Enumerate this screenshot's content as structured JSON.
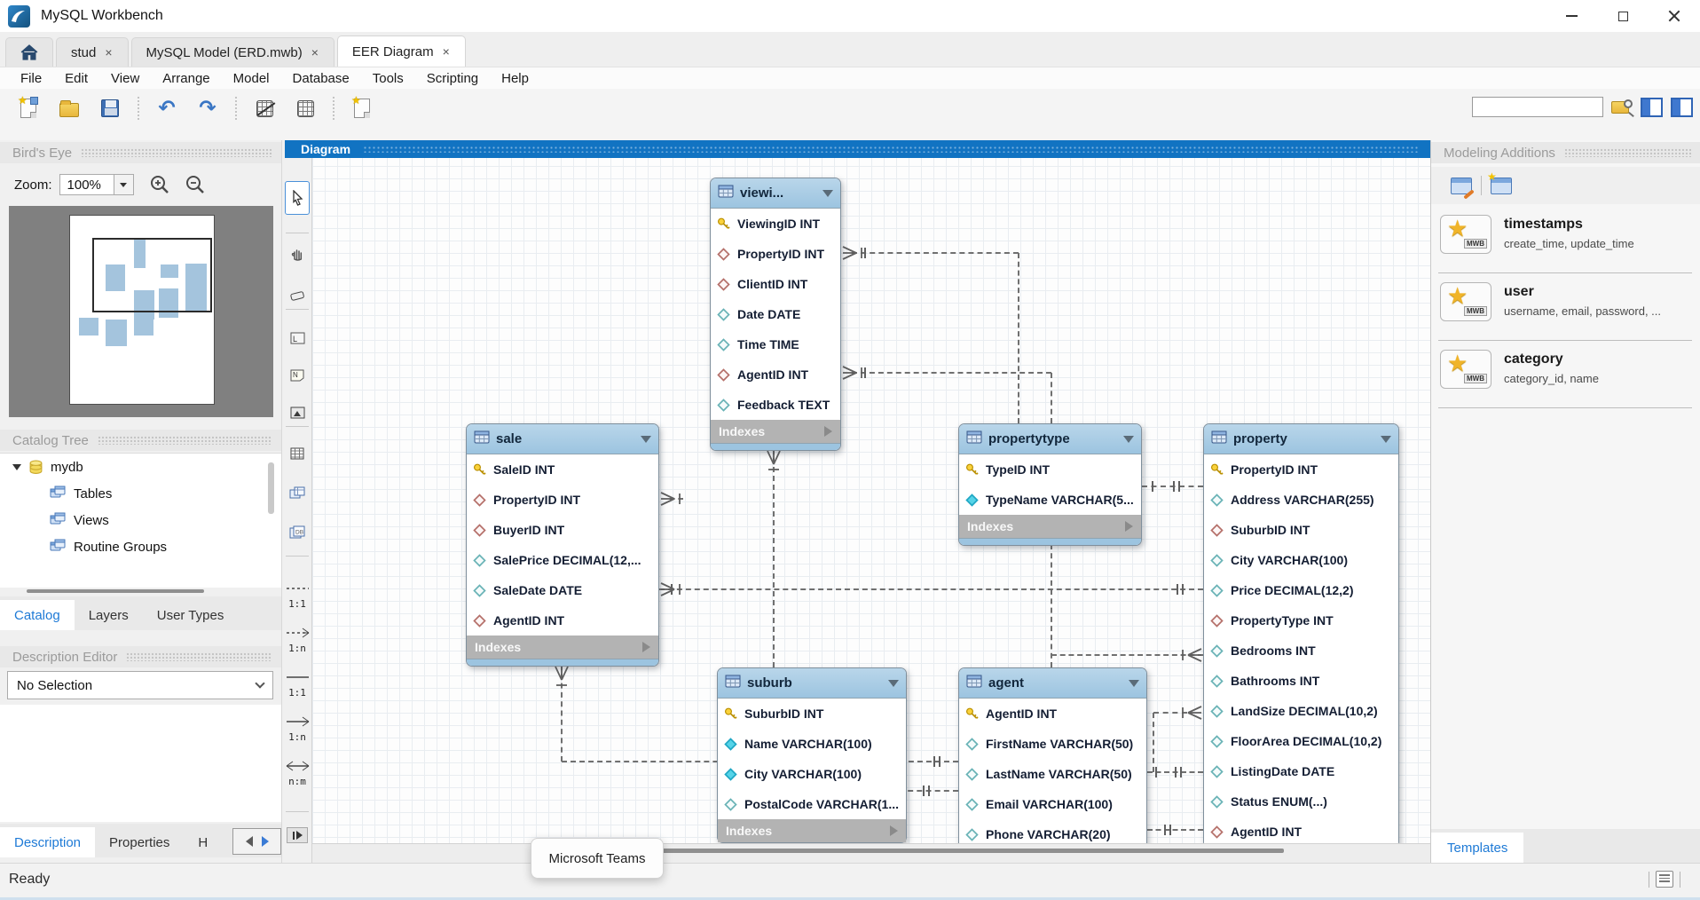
{
  "window": {
    "title": "MySQL Workbench"
  },
  "tab_bar": {
    "close_glyph": "×",
    "tabs": [
      {
        "label": "stud",
        "active": false
      },
      {
        "label": "MySQL Model (ERD.mwb)",
        "active": false
      },
      {
        "label": "EER Diagram",
        "active": true
      }
    ]
  },
  "menus": [
    "File",
    "Edit",
    "View",
    "Arrange",
    "Model",
    "Database",
    "Tools",
    "Scripting",
    "Help"
  ],
  "toolbar": {
    "search_value": ""
  },
  "left_panel": {
    "birds_eye": {
      "title": "Bird's Eye",
      "zoom_label": "Zoom:",
      "zoom_value": "100%"
    },
    "catalog_tree": {
      "title": "Catalog Tree",
      "root": "mydb",
      "children": [
        "Tables",
        "Views",
        "Routine Groups"
      ]
    },
    "panel_tabs": [
      {
        "label": "Catalog",
        "active": true
      },
      {
        "label": "Layers",
        "active": false
      },
      {
        "label": "User Types",
        "active": false
      }
    ],
    "description_editor": {
      "title": "Description Editor",
      "selection": "No Selection"
    },
    "bottom_tabs": [
      {
        "label": "Description",
        "active": true
      },
      {
        "label": "Properties",
        "active": false
      },
      {
        "label": "H",
        "active": false
      }
    ]
  },
  "diagram": {
    "header": "Diagram",
    "indexes_label": "Indexes",
    "relationship_tools": [
      "1:1",
      "1:n",
      "1:1",
      "1:n",
      "n:m"
    ],
    "tables": [
      {
        "id": "viewing",
        "name": "viewi...",
        "indexes": true,
        "strip": true,
        "columns": [
          [
            "pk",
            "ViewingID INT"
          ],
          [
            "fk",
            "PropertyID INT"
          ],
          [
            "fk",
            "ClientID INT"
          ],
          [
            "col",
            "Date DATE"
          ],
          [
            "col",
            "Time TIME"
          ],
          [
            "fk",
            "AgentID INT"
          ],
          [
            "col",
            "Feedback TEXT"
          ]
        ]
      },
      {
        "id": "sale",
        "name": "sale",
        "indexes": true,
        "strip": true,
        "columns": [
          [
            "pk",
            "SaleID INT"
          ],
          [
            "fk",
            "PropertyID INT"
          ],
          [
            "fk",
            "BuyerID INT"
          ],
          [
            "col",
            "SalePrice DECIMAL(12,..."
          ],
          [
            "col",
            "SaleDate DATE"
          ],
          [
            "fk",
            "AgentID INT"
          ]
        ]
      },
      {
        "id": "propertytype",
        "name": "propertytype",
        "indexes": true,
        "strip": true,
        "columns": [
          [
            "pk",
            "TypeID INT"
          ],
          [
            "colnn",
            "TypeName VARCHAR(5..."
          ]
        ]
      },
      {
        "id": "property",
        "name": "property",
        "indexes": false,
        "strip": false,
        "columns": [
          [
            "pk",
            "PropertyID INT"
          ],
          [
            "col",
            "Address VARCHAR(255)"
          ],
          [
            "fk",
            "SuburbID INT"
          ],
          [
            "col",
            "City VARCHAR(100)"
          ],
          [
            "col",
            "Price DECIMAL(12,2)"
          ],
          [
            "fk",
            "PropertyType INT"
          ],
          [
            "col",
            "Bedrooms INT"
          ],
          [
            "col",
            "Bathrooms INT"
          ],
          [
            "col",
            "LandSize DECIMAL(10,2)"
          ],
          [
            "col",
            "FloorArea DECIMAL(10,2)"
          ],
          [
            "col",
            "ListingDate DATE"
          ],
          [
            "col",
            "Status ENUM(...)"
          ],
          [
            "fk",
            "AgentID INT"
          ]
        ]
      },
      {
        "id": "suburb",
        "name": "suburb",
        "indexes": true,
        "strip": false,
        "columns": [
          [
            "pk",
            "SuburbID INT"
          ],
          [
            "colnn",
            "Name VARCHAR(100)"
          ],
          [
            "colnn",
            "City VARCHAR(100)"
          ],
          [
            "col",
            "PostalCode VARCHAR(1..."
          ]
        ]
      },
      {
        "id": "agent",
        "name": "agent",
        "indexes": false,
        "strip": false,
        "columns": [
          [
            "pk",
            "AgentID INT"
          ],
          [
            "col",
            "FirstName VARCHAR(50)"
          ],
          [
            "col",
            "LastName VARCHAR(50)"
          ],
          [
            "col",
            "Email VARCHAR(100)"
          ],
          [
            "col",
            "Phone VARCHAR(20)"
          ]
        ]
      }
    ],
    "tooltip": "Microsoft Teams"
  },
  "right_panel": {
    "title": "Modeling Additions",
    "icon_badge": "MWB",
    "items": [
      {
        "name": "timestamps",
        "desc": "create_time, update_time"
      },
      {
        "name": "user",
        "desc": "username, email, password, ..."
      },
      {
        "name": "category",
        "desc": "category_id, name"
      }
    ],
    "bottom_tab": "Templates"
  },
  "status_bar": {
    "text": "Ready"
  },
  "colors": {
    "accent_blue": "#1173c2",
    "table_header": "#9cc4e0",
    "active_tab_text": "#1e7ad6",
    "connector": "#707070"
  }
}
